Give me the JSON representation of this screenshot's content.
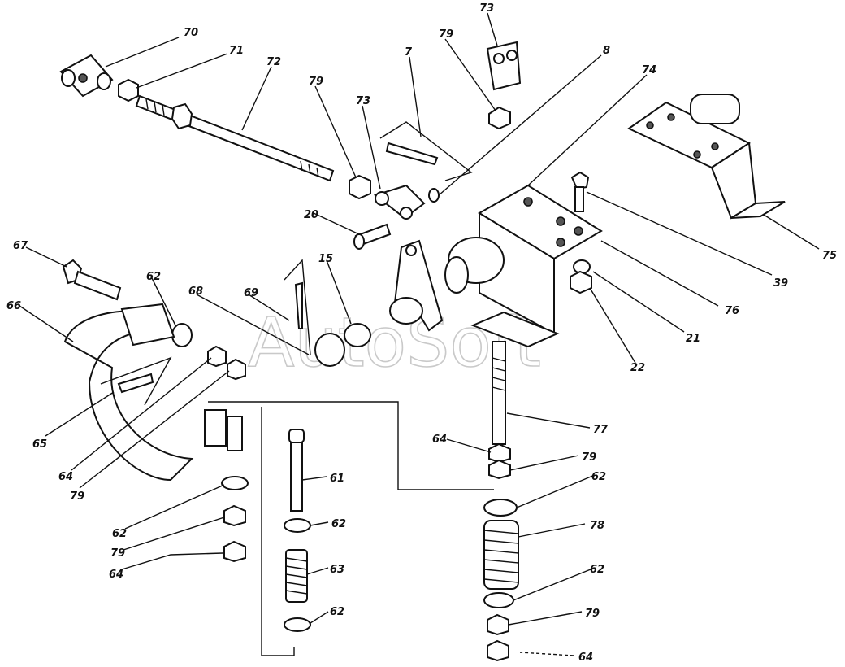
{
  "watermark": "AutoSoft",
  "labels": [
    "70",
    "71",
    "72",
    "79",
    "73",
    "7",
    "79",
    "73",
    "8",
    "74",
    "75",
    "39",
    "76",
    "21",
    "22",
    "20",
    "15",
    "69",
    "68",
    "67",
    "62",
    "66",
    "65",
    "64",
    "79",
    "77",
    "64",
    "79",
    "62",
    "78",
    "62",
    "79",
    "64",
    "61",
    "62",
    "63",
    "62",
    "62",
    "79",
    "64"
  ]
}
